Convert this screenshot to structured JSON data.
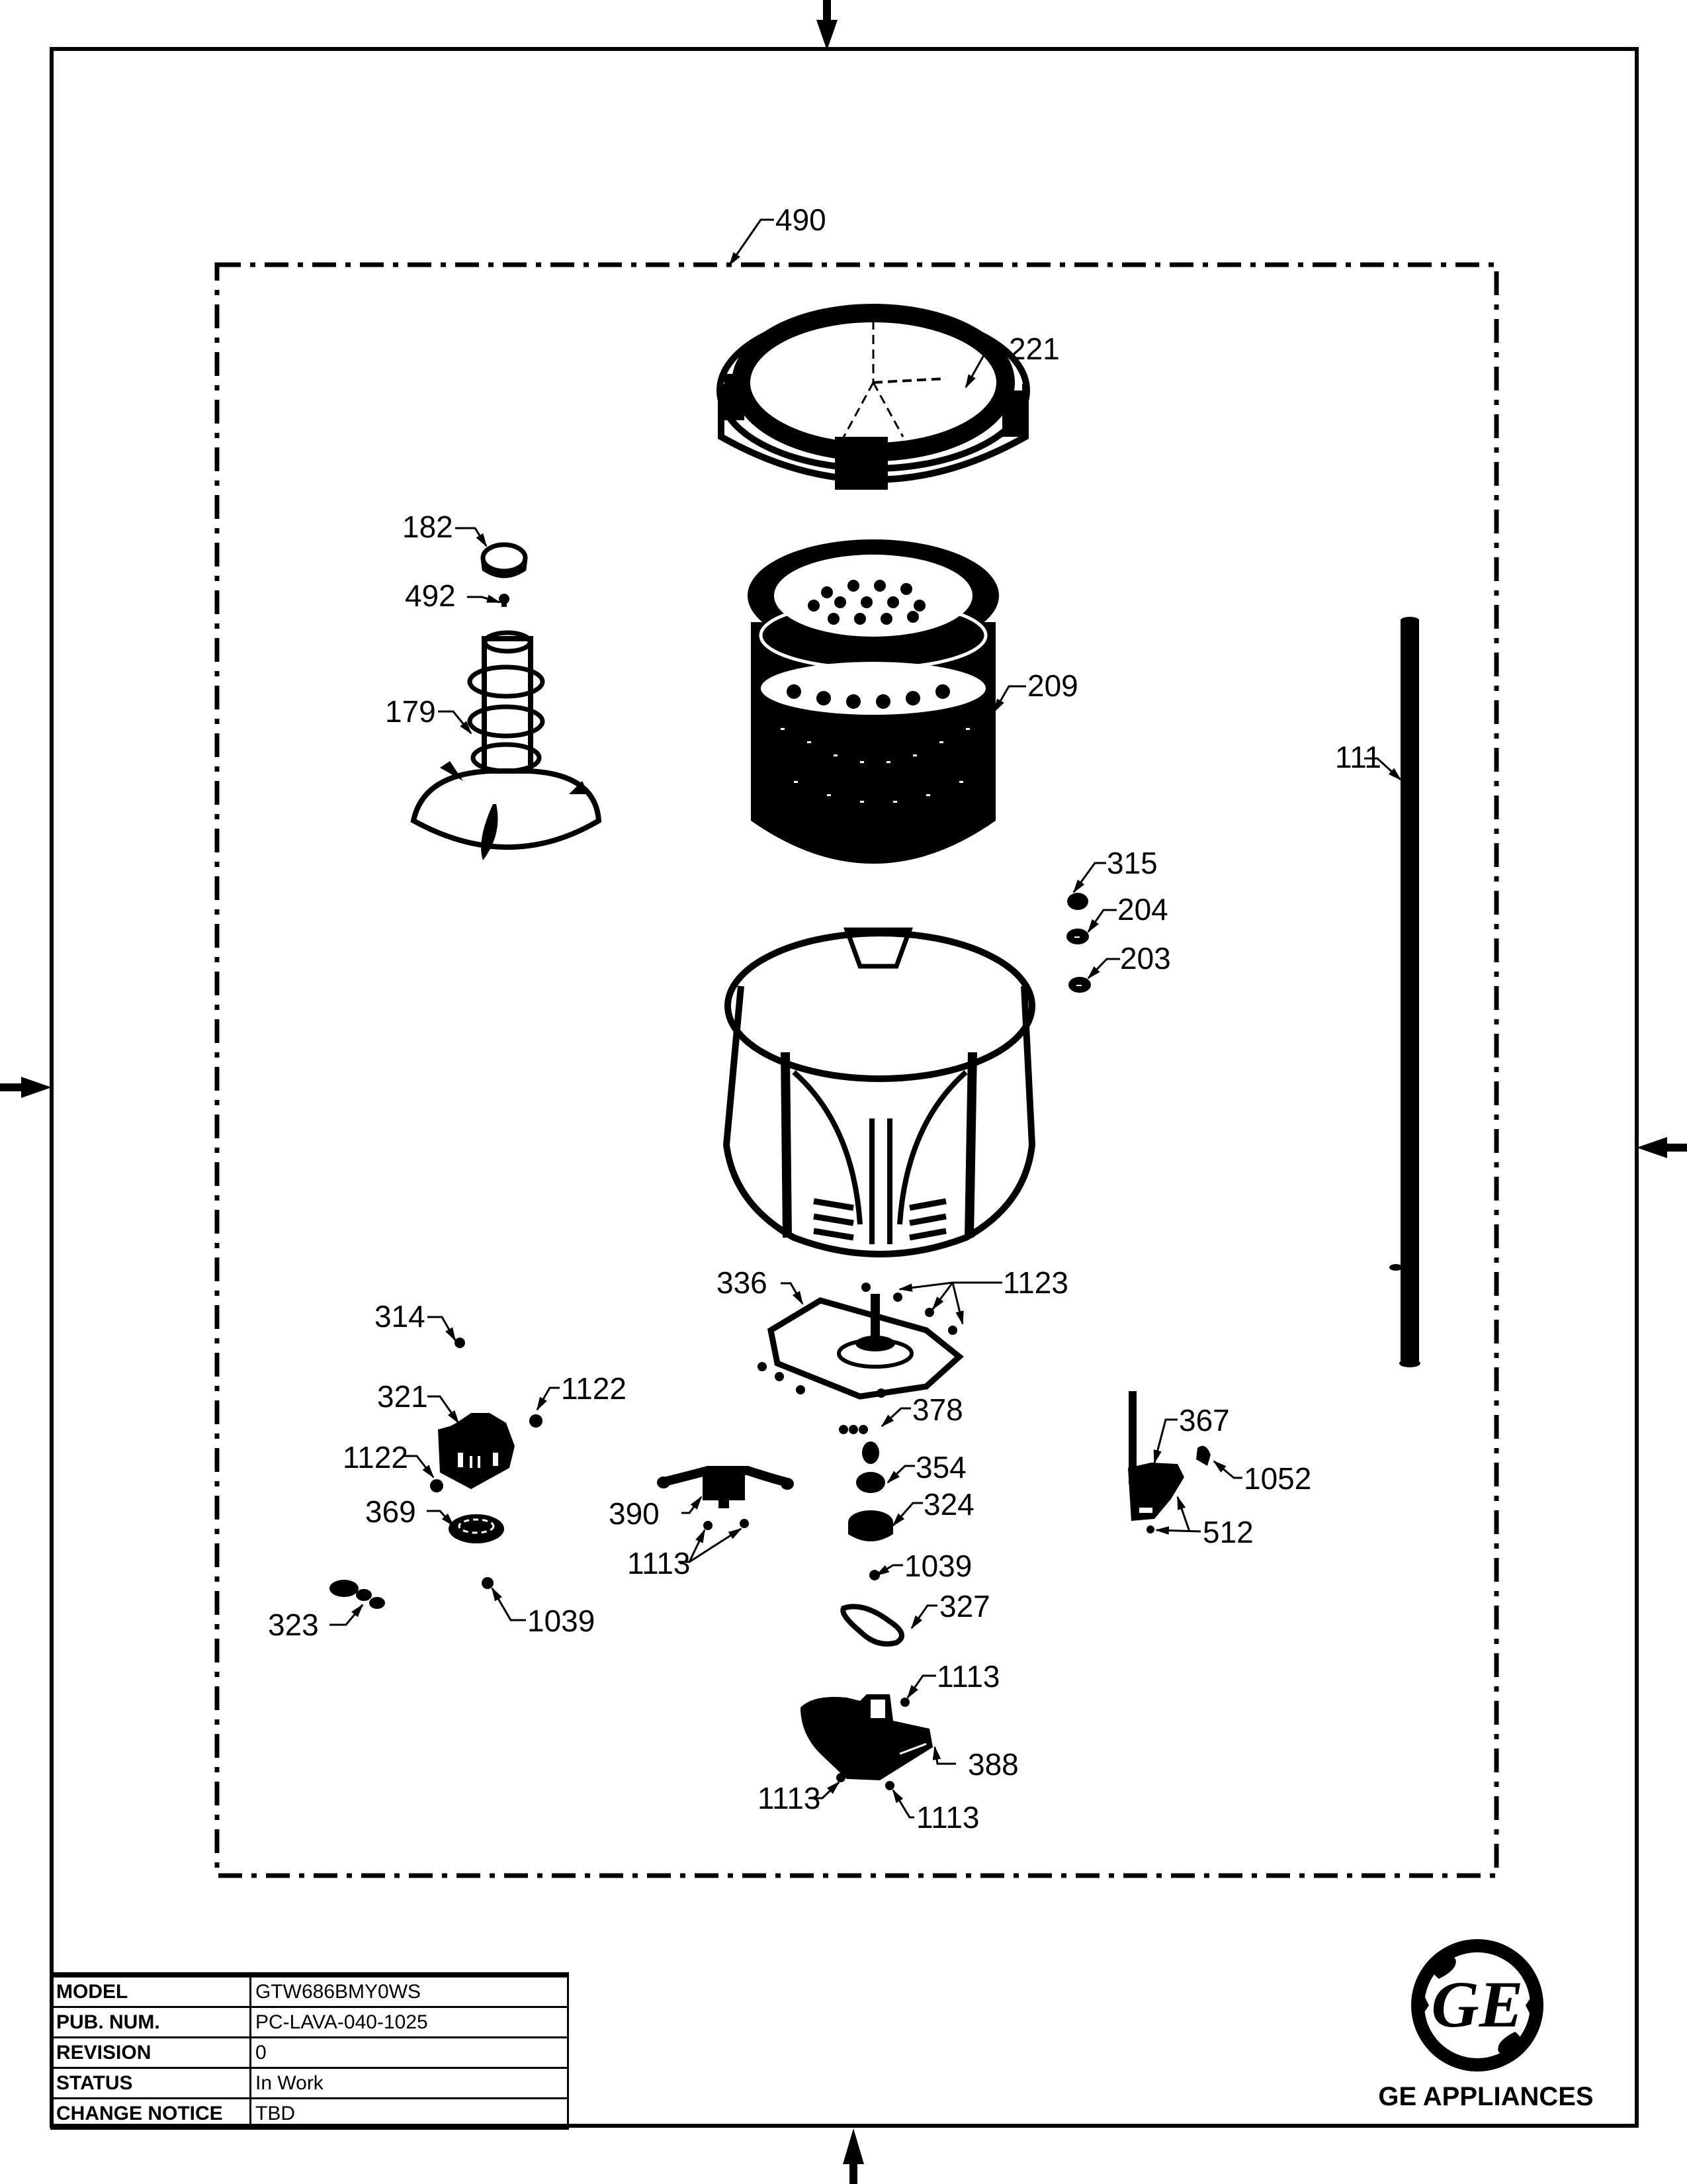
{
  "document": {
    "type": "exploded parts diagram",
    "assembly_callout": "490"
  },
  "callouts": {
    "c490": "490",
    "c221": "221",
    "c182": "182",
    "c492": "492",
    "c179": "179",
    "c209": "209",
    "c111": "111",
    "c315": "315",
    "c204": "204",
    "c203": "203",
    "c336": "336",
    "c1123": "1123",
    "c314": "314",
    "c321": "321",
    "c1122a": "1122",
    "c1122b": "1122",
    "c369": "369",
    "c378": "378",
    "c354": "354",
    "c324": "324",
    "c390": "390",
    "c1113a": "1113",
    "c1039a": "1039",
    "c1039b": "1039",
    "c323": "323",
    "c327": "327",
    "c367": "367",
    "c1052": "1052",
    "c512": "512",
    "c1113b": "1113",
    "c388": "388",
    "c1113c": "1113",
    "c1113d": "1113"
  },
  "title_block": {
    "rows": [
      {
        "label": "MODEL",
        "value": "GTW686BMY0WS"
      },
      {
        "label": "PUB. NUM.",
        "value": "PC-LAVA-040-1025"
      },
      {
        "label": "REVISION",
        "value": "0"
      },
      {
        "label": "STATUS",
        "value": "In Work"
      },
      {
        "label": "CHANGE NOTICE",
        "value": "TBD"
      }
    ]
  },
  "brand": {
    "logo_icon": "ge-monogram-logo",
    "name": "GE APPLIANCES"
  }
}
